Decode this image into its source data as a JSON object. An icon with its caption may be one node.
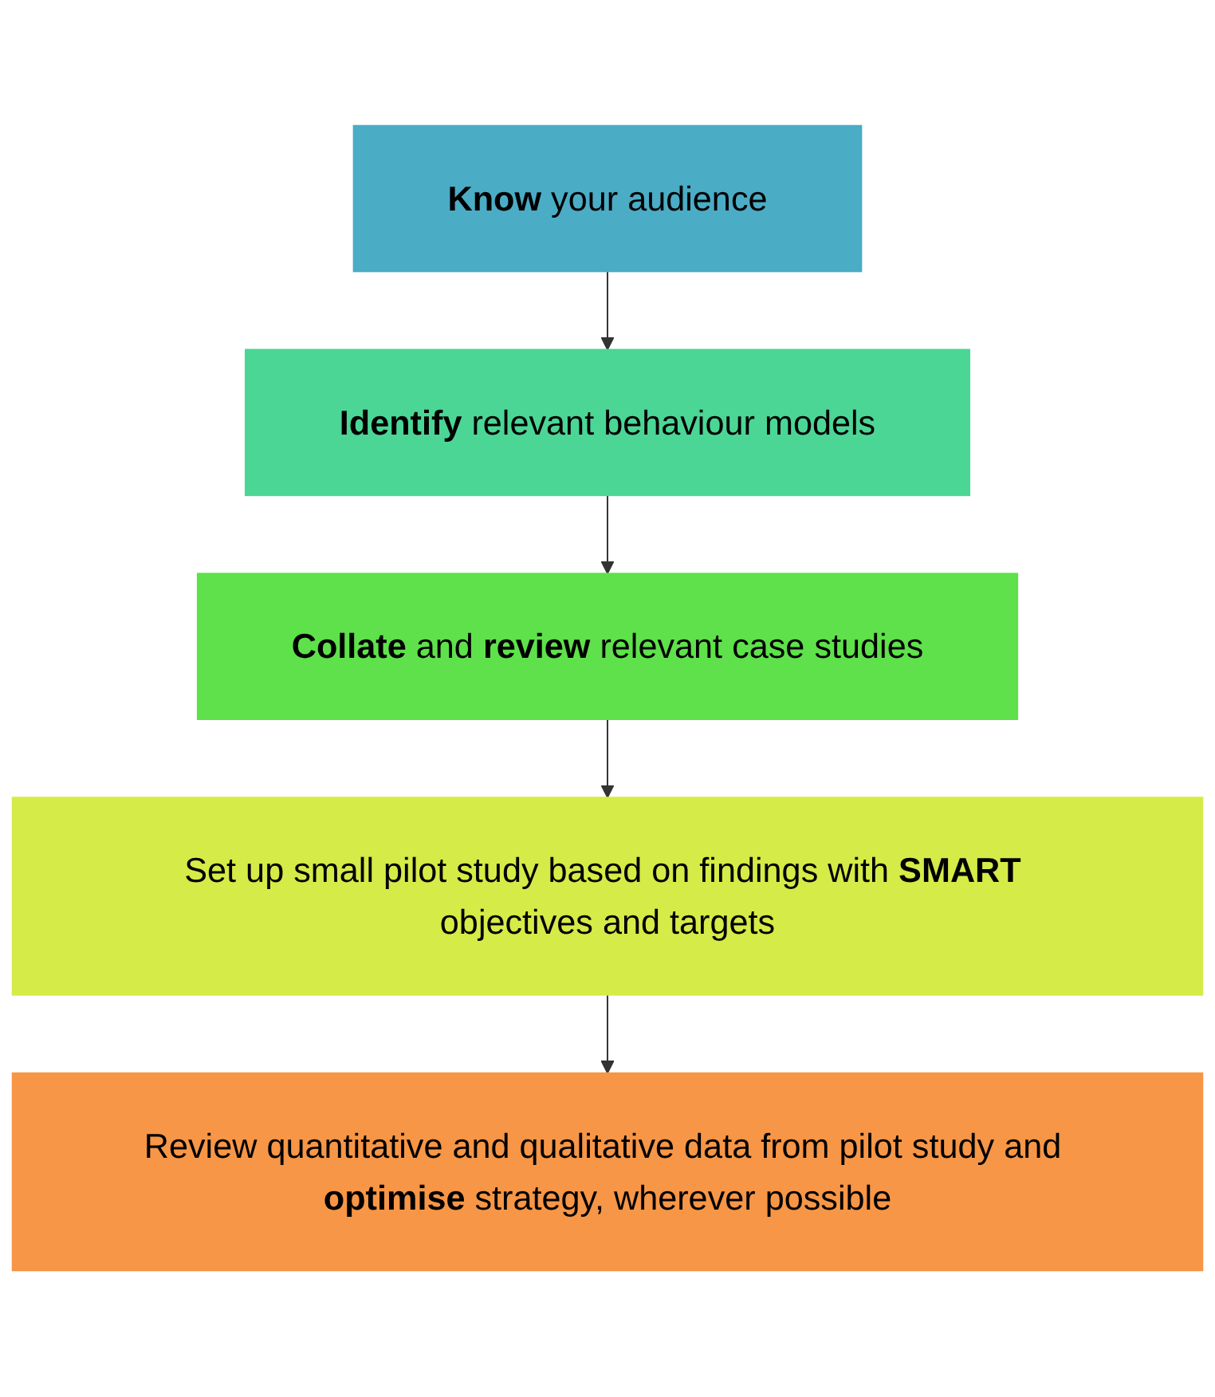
{
  "diagram": {
    "nodes": [
      {
        "text": [
          "**Know** your audience"
        ]
      },
      {
        "text": [
          "**Identify** relevant behaviour models"
        ]
      },
      {
        "text": [
          "**Collate** and **review** relevant case studies"
        ]
      },
      {
        "text": [
          "Set up small pilot study based on findings with **SMART** objectives and targets"
        ]
      },
      {
        "text": [
          "Review quantitative and qualitative data from pilot study and **optimise** strategy, wherever possible"
        ]
      }
    ],
    "edges": [
      {
        "from": 0,
        "to": 1,
        "arrow": "to"
      },
      {
        "from": 1,
        "to": 2,
        "arrow": "to"
      },
      {
        "from": 2,
        "to": 3,
        "arrow": "to"
      },
      {
        "from": 3,
        "to": 4,
        "arrow": "to"
      }
    ]
  }
}
